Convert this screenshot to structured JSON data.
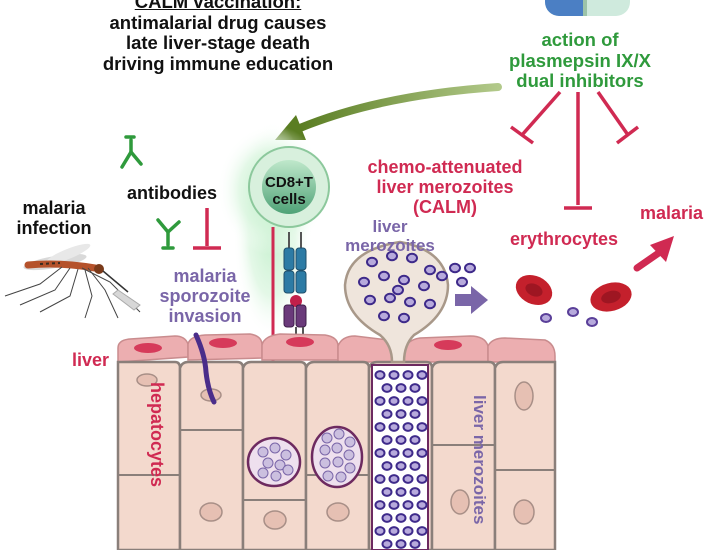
{
  "calm": {
    "heading": "CALM vaccination:",
    "line1": "antimalarial drug causes",
    "line2": "late liver-stage death",
    "line3": "driving immune education"
  },
  "inhibitors": {
    "line1": "action of",
    "line2": "plasmepsin IX/X",
    "line3": "dual inhibitors"
  },
  "chemo": {
    "line1": "chemo-attenuated",
    "line2": "liver merozoites",
    "line3": "(CALM)"
  },
  "labels": {
    "antibodies": "antibodies",
    "infection_line1": "malaria",
    "infection_line2": "infection",
    "sporozoite_line1": "malaria",
    "sporozoite_line2": "sporozoite",
    "sporozoite_line3": "invasion",
    "tcell_line1": "CD8+T",
    "tcell_line2": "cells",
    "merozoites_line1": "liver",
    "merozoites_line2": "merozoites",
    "erythrocytes": "erythrocytes",
    "malaria": "malaria",
    "liver": "liver",
    "hepatocytes": "hepatocytes",
    "merozoites_vertical": "liver merozoites"
  },
  "colors": {
    "green": "#2f9a3c",
    "red": "#d02a52",
    "purple": "#7a66a8",
    "hepatocyte": "#f3d9cd",
    "endothelium": "#ecaeb0",
    "tcell": "#b9e3c6",
    "erythrocyte": "#c4202c"
  }
}
